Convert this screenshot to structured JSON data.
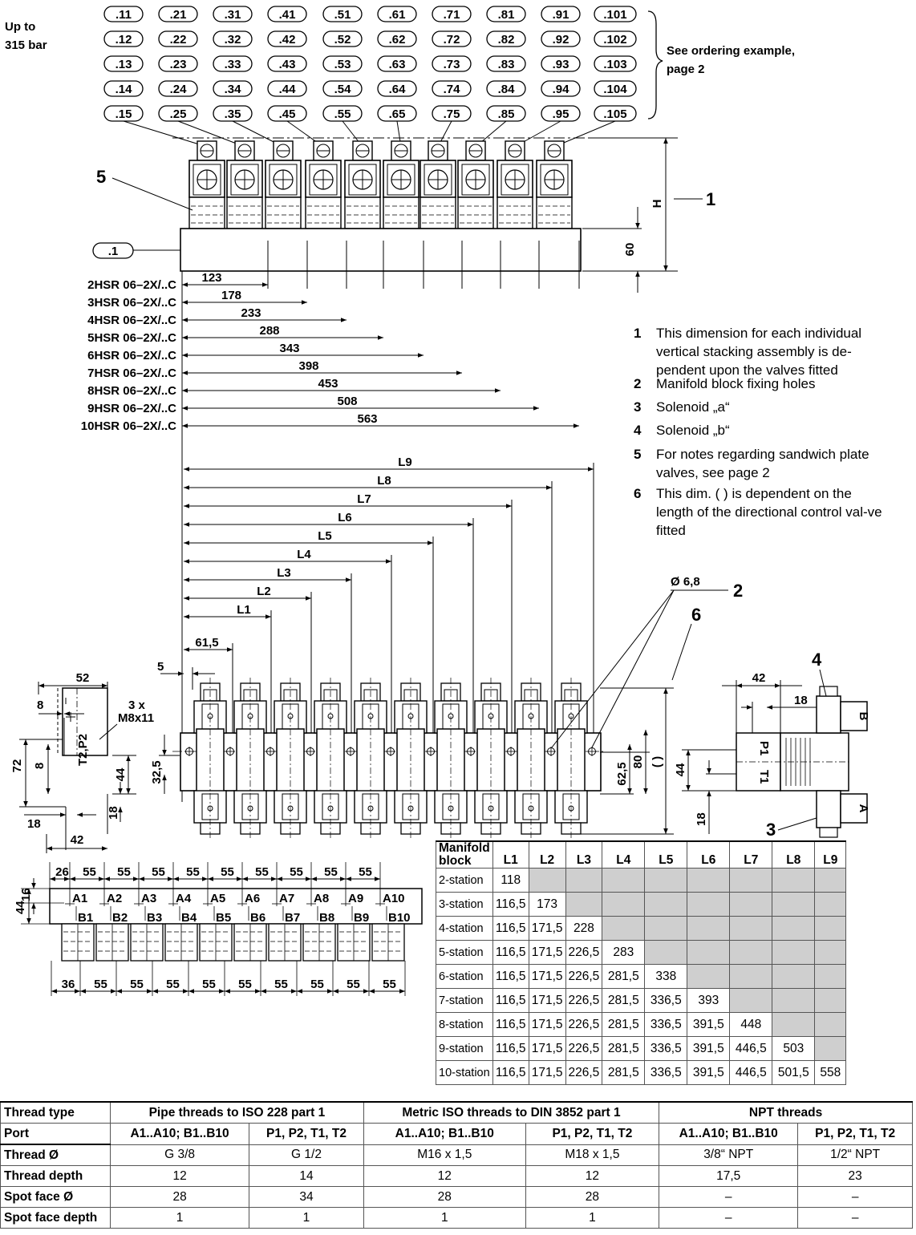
{
  "header": {
    "pressure_line1": "Up to",
    "pressure_line2": "315 bar"
  },
  "code_grid": [
    [
      ".11",
      ".21",
      ".31",
      ".41",
      ".51",
      ".61",
      ".71",
      ".81",
      ".91",
      ".101"
    ],
    [
      ".12",
      ".22",
      ".32",
      ".42",
      ".52",
      ".62",
      ".72",
      ".82",
      ".92",
      ".102"
    ],
    [
      ".13",
      ".23",
      ".33",
      ".43",
      ".53",
      ".63",
      ".73",
      ".83",
      ".93",
      ".103"
    ],
    [
      ".14",
      ".24",
      ".34",
      ".44",
      ".54",
      ".64",
      ".74",
      ".84",
      ".94",
      ".104"
    ],
    [
      ".15",
      ".25",
      ".35",
      ".45",
      ".55",
      ".65",
      ".75",
      ".85",
      ".95",
      ".105"
    ]
  ],
  "ordering_ref": {
    "line1": "See ordering example,",
    "line2": "page 2"
  },
  "manifold_code": ".1",
  "callouts": {
    "c1": "1",
    "c2": "2",
    "c3": "3",
    "c4": "4",
    "c5": "5",
    "c6": "6"
  },
  "front_dims": {
    "h": "H",
    "d60": "60"
  },
  "models": [
    {
      "name": "2HSR 06–2X/..C",
      "dim": "123"
    },
    {
      "name": "3HSR 06–2X/..C",
      "dim": "178"
    },
    {
      "name": "4HSR 06–2X/..C",
      "dim": "233"
    },
    {
      "name": "5HSR 06–2X/..C",
      "dim": "288"
    },
    {
      "name": "6HSR 06–2X/..C",
      "dim": "343"
    },
    {
      "name": "7HSR 06–2X/..C",
      "dim": "398"
    },
    {
      "name": "8HSR 06–2X/..C",
      "dim": "453"
    },
    {
      "name": "9HSR 06–2X/..C",
      "dim": "508"
    },
    {
      "name": "10HSR 06–2X/..C",
      "dim": "563"
    }
  ],
  "l_dims": [
    "L9",
    "L8",
    "L7",
    "L6",
    "L5",
    "L4",
    "L3",
    "L2",
    "L1"
  ],
  "top_dims": {
    "d615": "61,5",
    "d5": "5",
    "dia": "Ø 6,8"
  },
  "left_view": {
    "d52": "52",
    "d8a": "8",
    "d8b": "8",
    "holes1": "3 x",
    "holes2": "M8x11",
    "ports": "T2,P2",
    "d72": "72",
    "d44": "44",
    "d325": "32,5",
    "d18a": "18",
    "d18b": "18",
    "d42": "42"
  },
  "mid_dims": {
    "d625": "62,5",
    "d80": "80",
    "paren": "( )"
  },
  "side_view": {
    "d42": "42",
    "d18": "18",
    "p1": "P1",
    "t1": "T1",
    "b": "B",
    "a": "A",
    "d44": "44",
    "d18b": "18"
  },
  "bottom_view": {
    "top_first": "26",
    "bot_first": "36",
    "pitch": "55",
    "d16": "16",
    "d44": "44",
    "a_ports": [
      "A1",
      "A2",
      "A3",
      "A4",
      "A5",
      "A6",
      "A7",
      "A8",
      "A9",
      "A10"
    ],
    "b_ports": [
      "B1",
      "B2",
      "B3",
      "B4",
      "B5",
      "B6",
      "B7",
      "B8",
      "B9",
      "B10"
    ]
  },
  "notes": [
    {
      "num": "1",
      "text": "This dimension for each individual vertical stacking assembly is de-pendent upon the valves fitted"
    },
    {
      "num": "2",
      "text": "Manifold block fixing holes"
    },
    {
      "num": "3",
      "text": "Solenoid „a“"
    },
    {
      "num": "4",
      "text": "Solenoid „b“"
    },
    {
      "num": "5",
      "text": "For notes regarding sandwich plate valves, see page 2"
    },
    {
      "num": "6",
      "text": "This dim. ( ) is dependent on the length of the directional control val-ve fitted"
    }
  ],
  "manifold_table": {
    "header_line1": "Manifold",
    "header_line2": "block",
    "cols": [
      "L1",
      "L2",
      "L3",
      "L4",
      "L5",
      "L6",
      "L7",
      "L8",
      "L9"
    ],
    "rows": [
      {
        "label": "2-station",
        "values": [
          "118"
        ]
      },
      {
        "label": "3-station",
        "values": [
          "116,5",
          "173"
        ]
      },
      {
        "label": "4-station",
        "values": [
          "116,5",
          "171,5",
          "228"
        ]
      },
      {
        "label": "5-station",
        "values": [
          "116,5",
          "171,5",
          "226,5",
          "283"
        ]
      },
      {
        "label": "6-station",
        "values": [
          "116,5",
          "171,5",
          "226,5",
          "281,5",
          "338"
        ]
      },
      {
        "label": "7-station",
        "values": [
          "116,5",
          "171,5",
          "226,5",
          "281,5",
          "336,5",
          "393"
        ]
      },
      {
        "label": "8-station",
        "values": [
          "116,5",
          "171,5",
          "226,5",
          "281,5",
          "336,5",
          "391,5",
          "448"
        ]
      },
      {
        "label": "9-station",
        "values": [
          "116,5",
          "171,5",
          "226,5",
          "281,5",
          "336,5",
          "391,5",
          "446,5",
          "503"
        ]
      },
      {
        "label": "10-station",
        "values": [
          "116,5",
          "171,5",
          "226,5",
          "281,5",
          "336,5",
          "391,5",
          "446,5",
          "501,5",
          "558"
        ]
      }
    ]
  },
  "thread_table": {
    "thread_type_label": "Thread type",
    "groups": [
      "Pipe threads to ISO 228 part 1",
      "Metric ISO threads to DIN 3852 part 1",
      "NPT threads"
    ],
    "port_label": "Port",
    "ports": [
      "A1..A10; B1..B10",
      "P1, P2, T1, T2",
      "A1..A10; B1..B10",
      "P1, P2, T1, T2",
      "A1..A10; B1..B10",
      "P1, P2, T1, T2"
    ],
    "rows": [
      {
        "label": "Thread Ø",
        "values": [
          "G 3/8",
          "G 1/2",
          "M16 x 1,5",
          "M18 x 1,5",
          "3/8“ NPT",
          "1/2“ NPT"
        ]
      },
      {
        "label": "Thread depth",
        "values": [
          "12",
          "14",
          "12",
          "12",
          "17,5",
          "23"
        ]
      },
      {
        "label": "Spot face Ø",
        "values": [
          "28",
          "34",
          "28",
          "28",
          "–",
          "–"
        ]
      },
      {
        "label": "Spot face depth",
        "values": [
          "1",
          "1",
          "1",
          "1",
          "–",
          "–"
        ]
      }
    ]
  }
}
